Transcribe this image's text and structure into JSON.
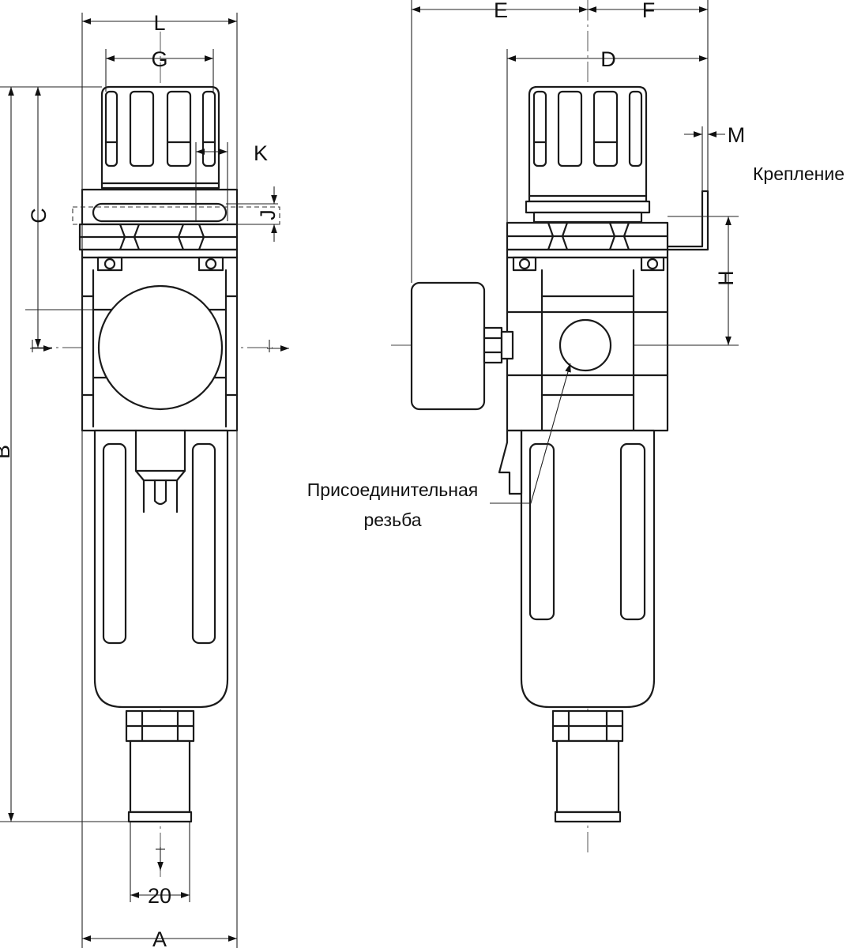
{
  "dimensions": {
    "A": "A",
    "B": "B",
    "C": "C",
    "D": "D",
    "E": "E",
    "F": "F",
    "G": "G",
    "H": "H",
    "J": "J",
    "K": "K",
    "L": "L",
    "M": "M",
    "outlet": "20"
  },
  "callouts": {
    "mount": "Крепление",
    "thread_line1": "Присоединительная",
    "thread_line2": "резьба"
  },
  "colors": {
    "line": "#1a1a1a",
    "background": "#ffffff"
  }
}
